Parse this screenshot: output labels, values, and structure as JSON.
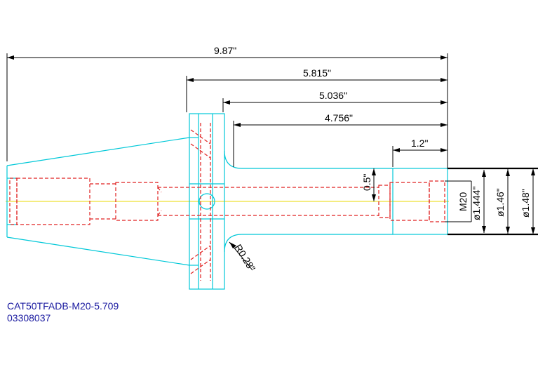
{
  "part_number": "CAT50TFADB-M20-5.709",
  "part_code": "03308037",
  "dimensions": {
    "overall_length": "9.87\"",
    "gage_to_end": "5.815\"",
    "flange_to_end": "5.036\"",
    "shank_length": "4.756\"",
    "nose_length": "1.2\"",
    "step": "0.5\"",
    "radius": "R0.28\"",
    "thread": "M20",
    "dia_inner": "ø1.444\"",
    "dia_mid": "ø1.46\"",
    "dia_outer": "ø1.48\""
  },
  "colors": {
    "body_outline": "#00c8d8",
    "hidden_lines": "#e02020",
    "centerline": "#e8d800",
    "dimension": "#000000",
    "title": "#1a1aa0"
  }
}
